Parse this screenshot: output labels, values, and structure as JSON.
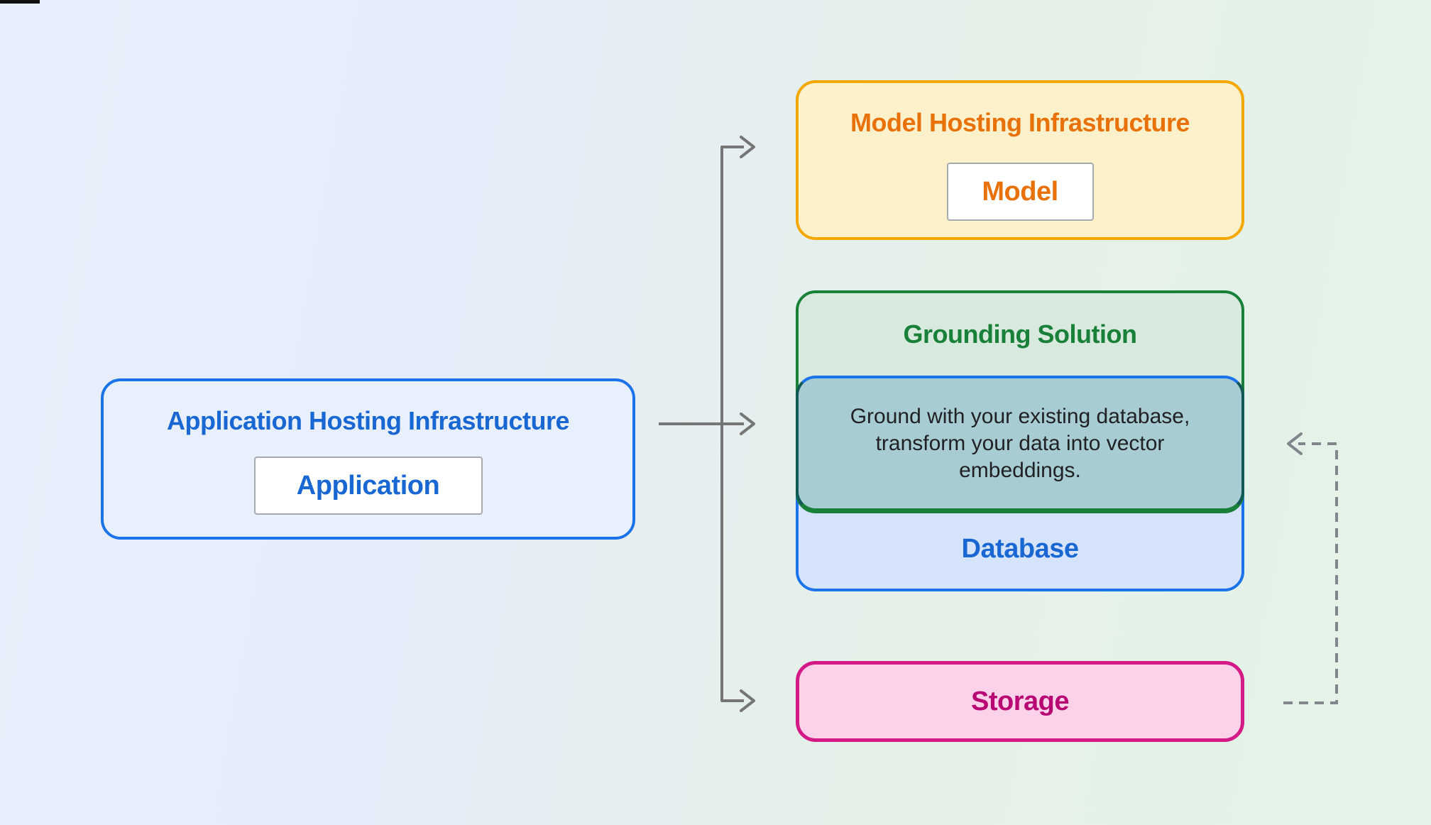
{
  "diagram": {
    "application_box": {
      "title": "Application Hosting Infrastructure",
      "chip_label": "Application"
    },
    "model_box": {
      "title": "Model Hosting Infrastructure",
      "chip_label": "Model"
    },
    "grounding_box": {
      "title": "Grounding Solution",
      "description": "Ground with your existing database, transform your data into vector embeddings."
    },
    "database_box": {
      "label": "Database"
    },
    "storage_box": {
      "label": "Storage"
    }
  },
  "colors": {
    "background_left": "#e8eefb",
    "background_right": "#e4f2e8",
    "app_border": "#1a73e8",
    "app_fill": "#e9f0fd",
    "app_text": "#1967d2",
    "model_border": "#f4a700",
    "model_fill": "#fcf1ca",
    "model_text": "#e8710a",
    "grounding_border": "#188038",
    "grounding_fill": "#d8e9dd",
    "grounding_text": "#188038",
    "database_border": "#1a73e8",
    "database_fill": "#d6e4fb",
    "database_text": "#1967d2",
    "description_fill": "#a7ccd1",
    "description_text": "#202124",
    "storage_border": "#d41a87",
    "storage_fill": "#fbd2e9",
    "storage_text": "#b80672",
    "chip_border": "#a6a9ad",
    "solid_connector": "#757575",
    "dashed_connector": "#80868b"
  }
}
